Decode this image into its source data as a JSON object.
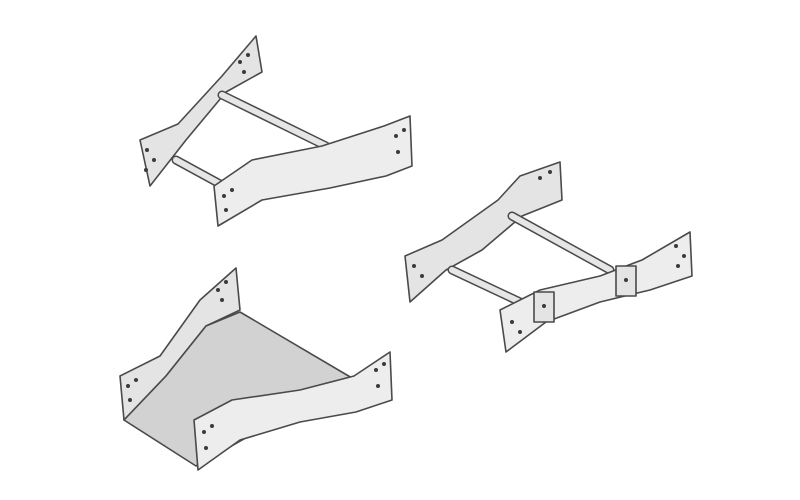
{
  "colors": {
    "background": "#ffffff",
    "metal_fill": "#e4e4e4",
    "outline": "#4a4a4a"
  },
  "illustrations": [
    {
      "id": "ladder-reducer-top-left",
      "icon": "cable-ladder-reducer-icon"
    },
    {
      "id": "tray-reducer-bottom-left",
      "icon": "cable-tray-reducer-icon"
    },
    {
      "id": "ladder-reducer-right",
      "icon": "cable-ladder-reducer-icon"
    }
  ]
}
